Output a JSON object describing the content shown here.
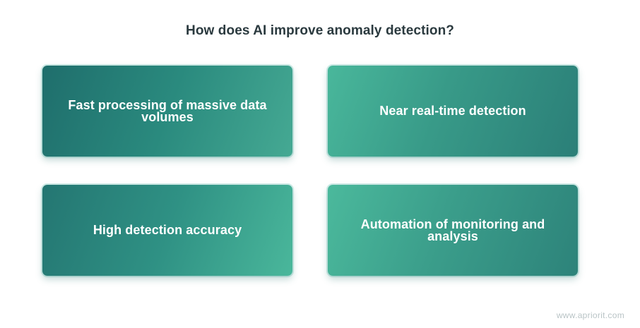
{
  "title": "How does AI improve anomaly detection?",
  "cards": [
    {
      "label": "Fast processing of massive data volumes"
    },
    {
      "label": "Near real-time detection"
    },
    {
      "label": "High detection accuracy"
    },
    {
      "label": "Automation of monitoring and analysis"
    }
  ],
  "watermark": "www.apriorit.com",
  "colors": {
    "card_dark": "#1f6e6c",
    "card_light": "#4bb99c",
    "title_text": "#2b3a3f",
    "watermark_text": "#b9c4c6"
  }
}
